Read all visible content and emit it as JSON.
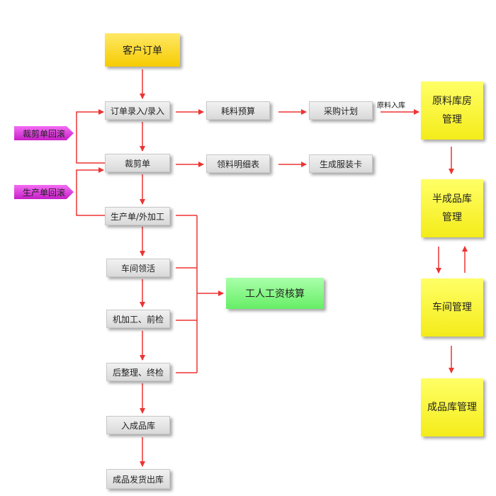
{
  "nodes": {
    "customer_order": "客户订单",
    "order_entry": "订单录入/录入",
    "material_budget": "耗料预算",
    "purchase_plan": "采购计划",
    "cutting_order": "裁剪单",
    "material_detail": "领料明细表",
    "garment_card": "生成服装卡",
    "production_order": "生产单/外加工",
    "workshop_pick": "车间领活",
    "machining": "机加工、前检",
    "finishing": "后整理、终检",
    "to_finished_store": "入成品库",
    "ship_out": "成品发货出库",
    "wage_calc": "工人工资核算",
    "raw_warehouse": "原料库房\n管理",
    "semi_warehouse": "半成品库\n管理",
    "workshop_mgmt": "车间管理",
    "finished_warehouse": "成品库管理"
  },
  "tags": {
    "cutting_rollback": "裁剪单回滚",
    "production_rollback": "生产单回滚"
  },
  "edge_labels": {
    "raw_in": "原料入库"
  },
  "colors": {
    "arrow": "#ee3333",
    "node_gray": "#e6e6e6",
    "node_yellow": "#f6cc00",
    "node_green": "#7ff27f",
    "tag_magenta": "#d12ad1"
  }
}
